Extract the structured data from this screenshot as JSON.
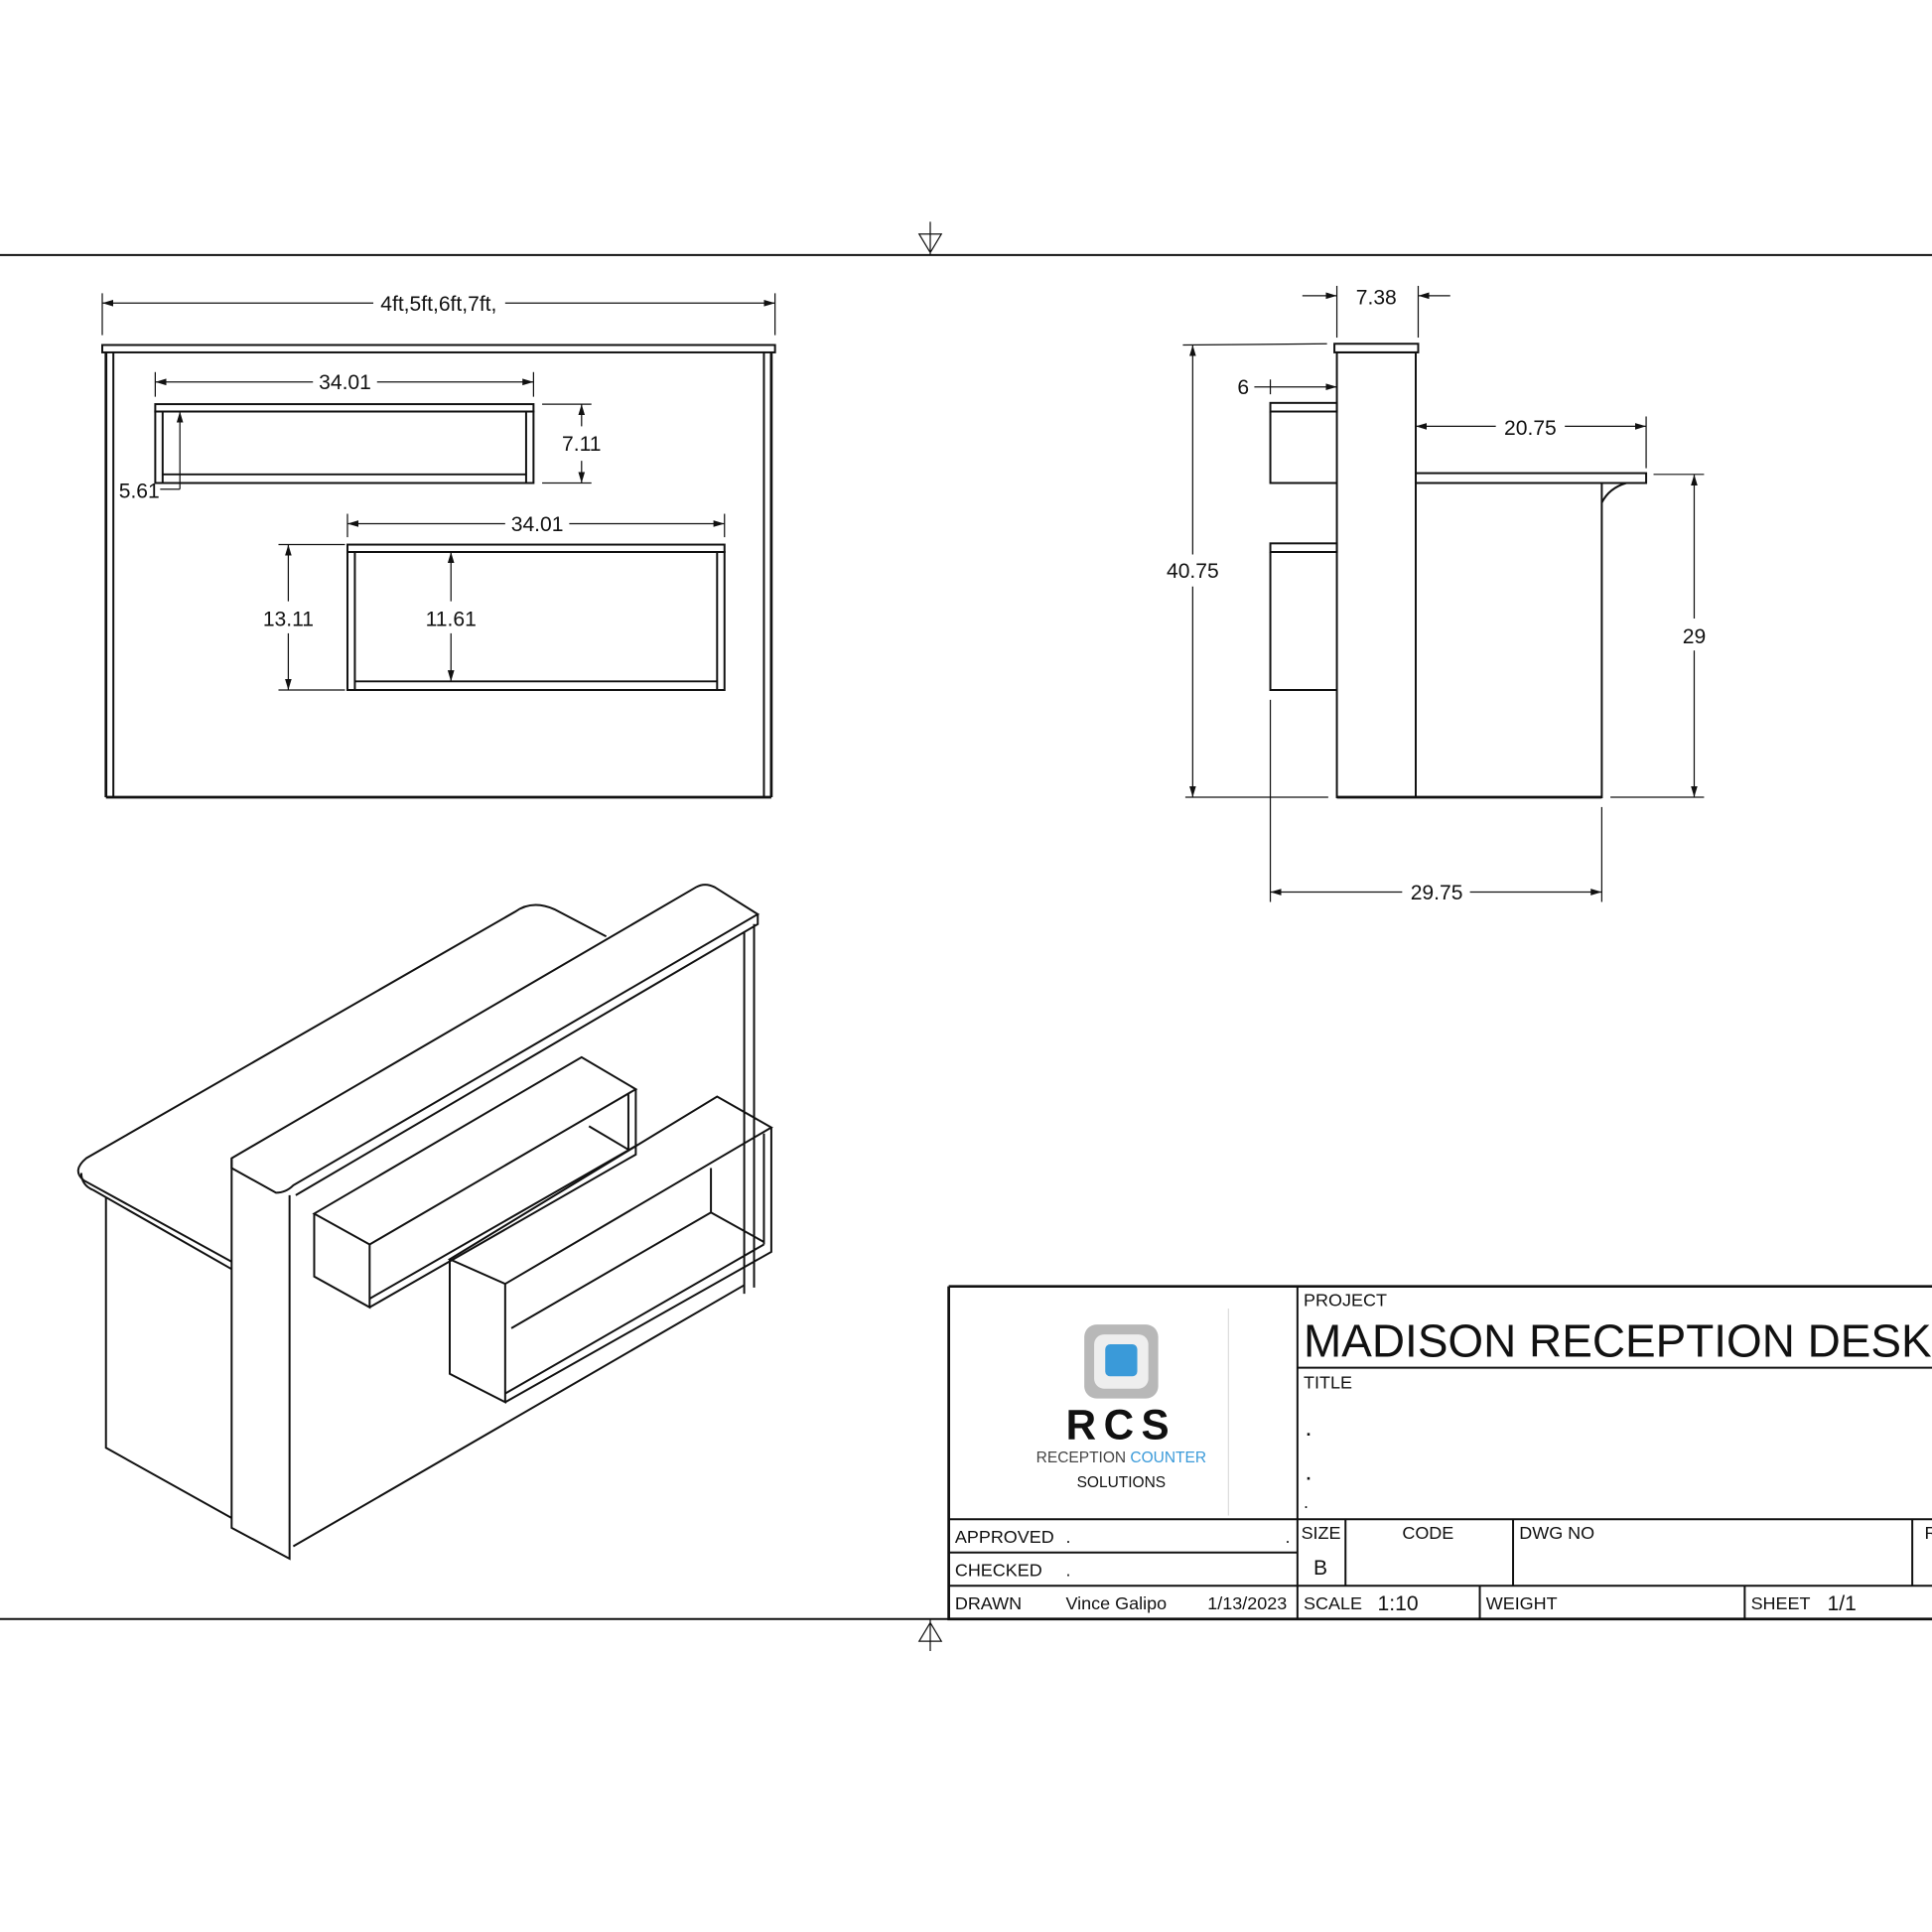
{
  "front_view": {
    "overall_width": "4ft,5ft,6ft,7ft,",
    "upper_shelf_width": "34.01",
    "upper_shelf_height": "7.11",
    "upper_shelf_inner": "5.61",
    "lower_shelf_width": "34.01",
    "lower_shelf_height": "13.11",
    "lower_shelf_inner": "11.61"
  },
  "side_view": {
    "panel_depth": "7.38",
    "shelf_offset": "6",
    "counter_depth": "20.75",
    "total_height": "40.75",
    "counter_height": "29",
    "base_depth": "29.75"
  },
  "title_block": {
    "logo": {
      "mark": "RCS",
      "line1a": "RECEPTION",
      "line1b": "COUNTER",
      "line2": "SOLUTIONS",
      "accent": "#3a9ad9"
    },
    "project_label": "PROJECT",
    "project_name": "MADISON RECEPTION DESK",
    "title_label": "TITLE",
    "title_lines": [
      ".",
      ".",
      "."
    ],
    "approved_label": "APPROVED",
    "approved_value": ".",
    "approved_tail": ".",
    "checked_label": "CHECKED",
    "checked_value": ".",
    "drawn_label": "DRAWN",
    "drawn_by": "Vince Galipo",
    "drawn_date": "1/13/2023",
    "size_label": "SIZE",
    "size_value": "B",
    "code_label": "CODE",
    "dwg_label": "DWG NO",
    "rev_label": "R",
    "scale_label": "SCALE",
    "scale_value": "1:10",
    "weight_label": "WEIGHT",
    "sheet_label": "SHEET",
    "sheet_value": "1/1"
  }
}
